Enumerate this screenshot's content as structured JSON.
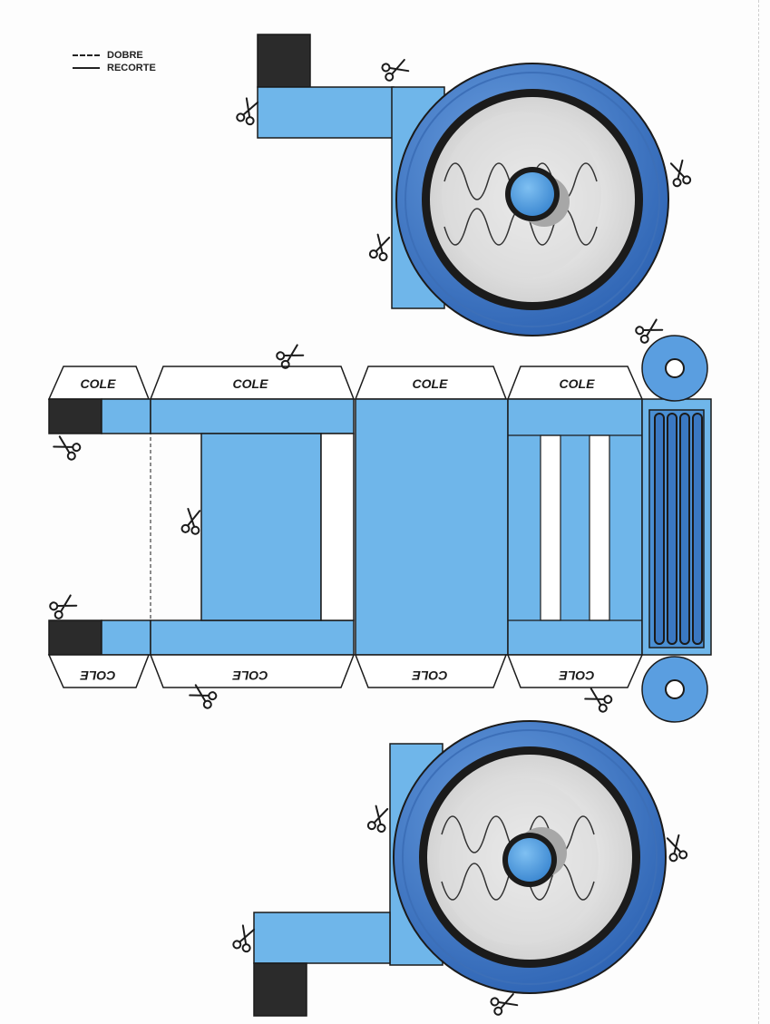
{
  "legend": {
    "fold_label": "DOBRE",
    "cut_label": "RECORTE"
  },
  "glue_tabs": {
    "top": [
      "COLE",
      "COLE",
      "COLE",
      "COLE"
    ],
    "bottom": [
      "COLE",
      "COLE",
      "COLE",
      "COLE"
    ]
  },
  "colors": {
    "light_blue": "#6fb6ea",
    "medium_blue": "#4f8fd6",
    "dark_blue": "#2f6fbf",
    "black_tab": "#2b2b2b",
    "outline": "#1b1b1b",
    "wheel_face": "#e6e6e6"
  },
  "icons": {
    "cut_marker": "scissors-icon"
  }
}
